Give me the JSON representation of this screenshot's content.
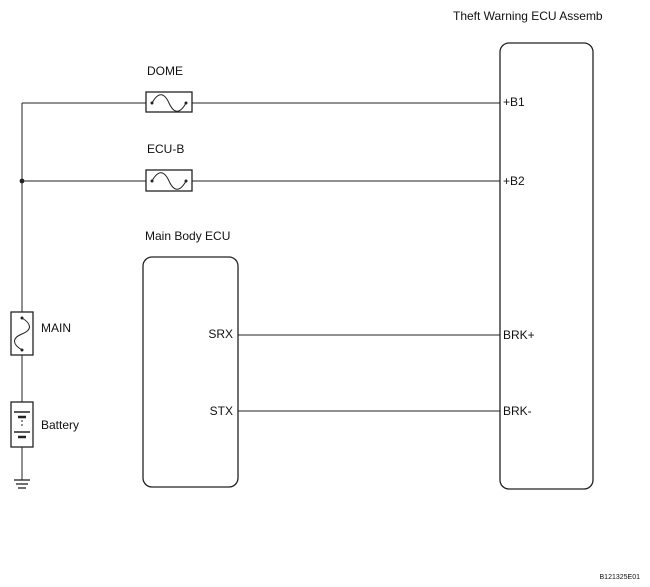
{
  "components": {
    "theft_ecu": "Theft Warning ECU Assemb",
    "main_body_ecu": "Main Body ECU",
    "fuse_dome": "DOME",
    "fuse_ecub": "ECU-B",
    "fuse_main": "MAIN",
    "battery": "Battery"
  },
  "pins": {
    "b1": "+B1",
    "b2": "+B2",
    "brk_plus": "BRK+",
    "brk_minus": "BRK-",
    "srx": "SRX",
    "stx": "STX"
  },
  "figure_code": "B121325E01",
  "colors": {
    "line": "#222222",
    "text": "#111111",
    "background": "#ffffff"
  }
}
